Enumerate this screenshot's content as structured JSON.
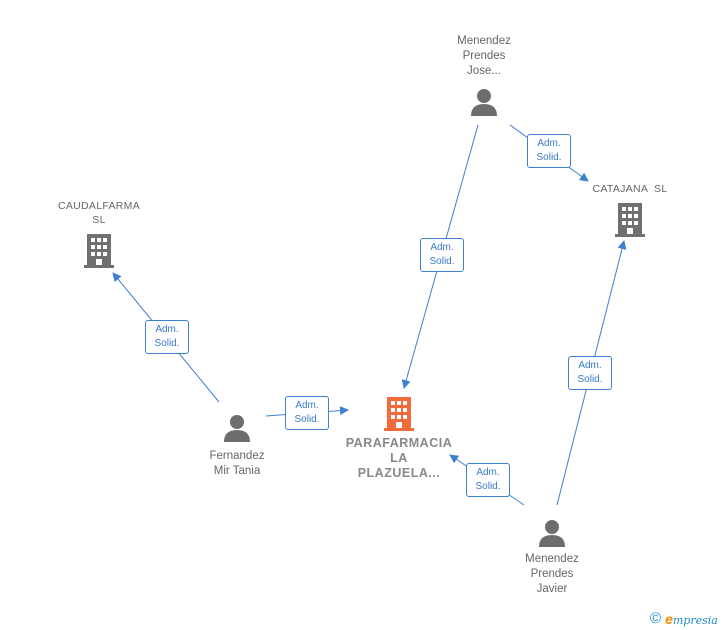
{
  "nodes": {
    "menendez_jose": {
      "lines": [
        "Menendez",
        "Prendes",
        "Jose..."
      ]
    },
    "catajana": {
      "lines": [
        "CATAJANA  SL"
      ]
    },
    "caudalfarma": {
      "lines": [
        "CAUDALFARMA",
        "SL"
      ]
    },
    "fernandez": {
      "lines": [
        "Fernandez",
        "Mir Tania"
      ]
    },
    "parafarmacia": {
      "lines": [
        "PARAFARMACIA",
        "LA",
        "PLAZUELA..."
      ]
    },
    "menendez_javier": {
      "lines": [
        "Menendez",
        "Prendes",
        "Javier"
      ]
    }
  },
  "edges": [
    {
      "from": "menendez_jose",
      "to": "catajana",
      "label": [
        "Adm.",
        "Solid."
      ]
    },
    {
      "from": "menendez_jose",
      "to": "parafarmacia",
      "label": [
        "Adm.",
        "Solid."
      ]
    },
    {
      "from": "fernandez",
      "to": "caudalfarma",
      "label": [
        "Adm.",
        "Solid."
      ]
    },
    {
      "from": "fernandez",
      "to": "parafarmacia",
      "label": [
        "Adm.",
        "Solid."
      ]
    },
    {
      "from": "menendez_javier",
      "to": "parafarmacia",
      "label": [
        "Adm.",
        "Solid."
      ]
    },
    {
      "from": "menendez_javier",
      "to": "catajana",
      "label": [
        "Adm.",
        "Solid."
      ]
    }
  ],
  "colors": {
    "edge": "#3f7fd0",
    "person_icon": "#6d6d6d",
    "company_icon": "#707070",
    "highlight_company_icon": "#f26b3a",
    "label_text": "#666666"
  },
  "icons": {
    "person": "person-icon",
    "company": "building-icon",
    "copyright": "copyright-icon"
  },
  "brand": {
    "copyright": "©",
    "e": "e",
    "rest": "mpresia"
  }
}
